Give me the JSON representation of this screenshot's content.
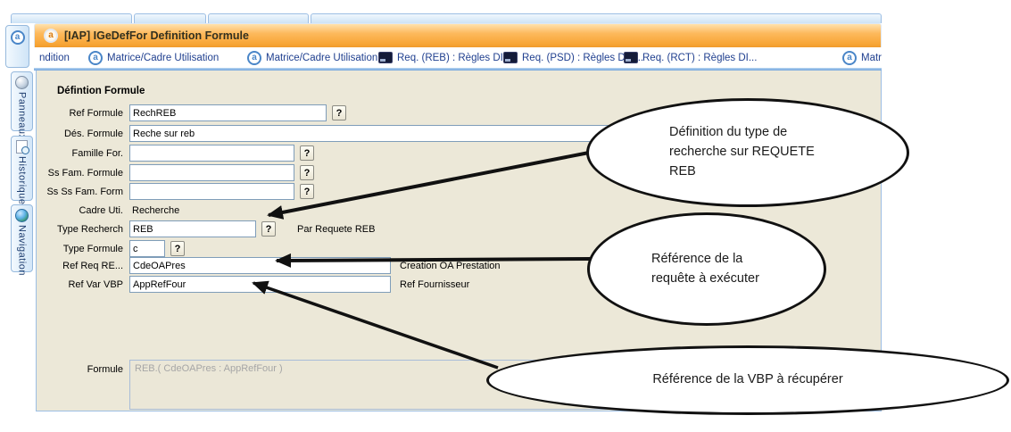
{
  "titlebar": {
    "title": "[IAP] IGeDefFor Definition Formule"
  },
  "tabbar": {
    "items": [
      {
        "label": "ndition",
        "icon": "none"
      },
      {
        "label": "Matrice/Cadre Utilisation",
        "icon": "circled-a"
      },
      {
        "label": "Matrice/Cadre Utilisation",
        "icon": "circled-a"
      },
      {
        "label": "Req. (REB) : Règles DIA...",
        "icon": "console"
      },
      {
        "label": "Req. (PSD) : Règles DIA...",
        "icon": "console"
      },
      {
        "label": "Req. (RCT) : Règles DI...",
        "icon": "console"
      },
      {
        "label": "Matr",
        "icon": "circled-a"
      }
    ]
  },
  "sidebar": {
    "items": [
      {
        "label": "Panneaux",
        "icon": "panel-icon"
      },
      {
        "label": "Historique",
        "icon": "history-doc-icon"
      },
      {
        "label": "Navigation",
        "icon": "globe-icon"
      }
    ]
  },
  "form": {
    "section_title": "Défintion Formule",
    "help_button_label": "?",
    "fields": [
      {
        "label": "Ref Formule",
        "value": "RechREB"
      },
      {
        "label": "Dés. Formule",
        "value": "Reche sur reb"
      },
      {
        "label": "Famille For.",
        "value": ""
      },
      {
        "label": "Ss Fam. Formule",
        "value": ""
      },
      {
        "label": "Ss Ss Fam. Form",
        "value": ""
      },
      {
        "label": "Cadre Uti.",
        "value": "Recherche"
      },
      {
        "label": "Type Recherch",
        "value": "REB",
        "suffix": "Par Requete REB"
      },
      {
        "label": "Type Formule",
        "value": "c"
      },
      {
        "label": "Ref Req  RE...",
        "value": "CdeOAPres",
        "suffix": "Creation OA Prestation"
      },
      {
        "label": "Ref Var VBP",
        "value": "AppRefFour",
        "suffix": "Ref Fournisseur"
      },
      {
        "label": "Formule",
        "value": "REB.( CdeOAPres : AppRefFour )"
      }
    ]
  },
  "callouts": [
    {
      "text": "Définition du type de recherche sur REQUETE REB"
    },
    {
      "text": "Référence de la requête à exécuter"
    },
    {
      "text": "Référence de la VBP à récupérer"
    }
  ],
  "colors": {
    "titlebar_orange": "#F8A637",
    "tab_text_blue": "#1F3F8F",
    "panel_beige": "#ECE8D8",
    "input_border": "#7F9DB9",
    "window_border": "#9CBEE4"
  }
}
